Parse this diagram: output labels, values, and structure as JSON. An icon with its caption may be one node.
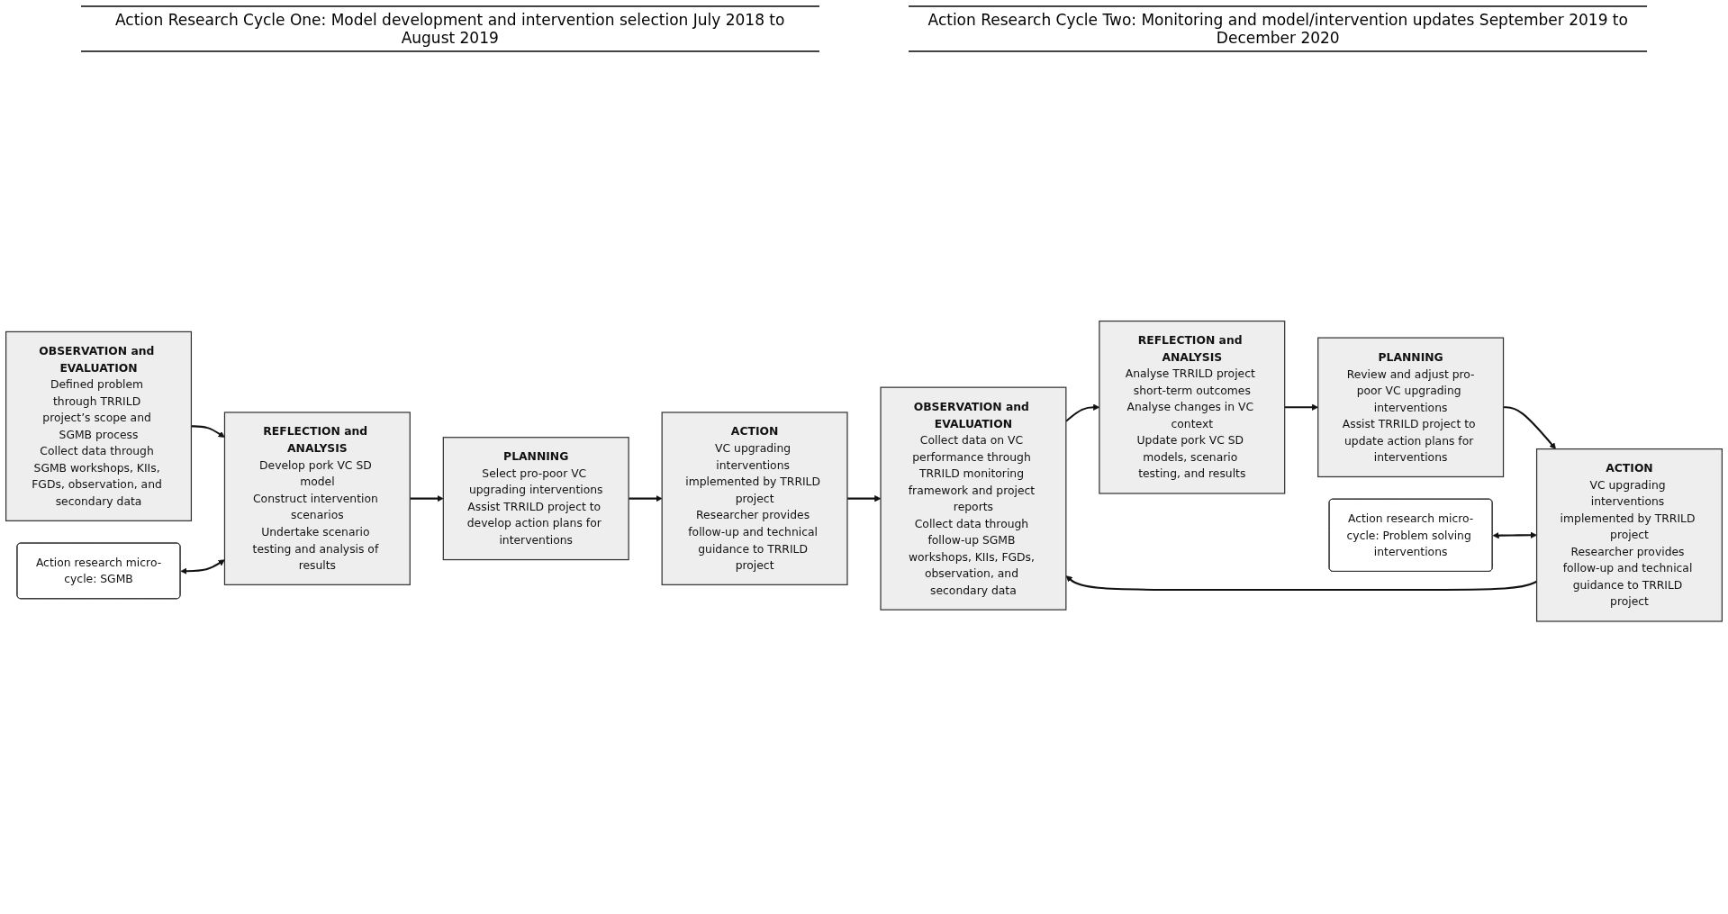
{
  "diagram": {
    "nodes": [
      {
        "text": [
          "OBSERVATION and EVALUATION",
          "Defined problem through TRRILD project’s scope and SGMB process",
          "Collect data through SGMB workshops, KIIs, FGDs, observation, and secondary data"
        ]
      },
      {
        "text": [
          "REFLECTION and ANALYSIS",
          "Develop pork VC SD model",
          "Construct intervention scenarios",
          "Undertake scenario testing and analysis of results"
        ]
      },
      {
        "text": [
          "PLANNING",
          "Select pro-poor VC upgrading interventions",
          "Assist TRRILD project to develop action plans for interventions"
        ]
      },
      {
        "text": [
          "ACTION",
          "VC upgrading interventions implemented by TRRILD project",
          "Researcher provides follow-up and technical guidance to TRRILD project"
        ]
      },
      {
        "text": [
          "Action research micro-cycle: SGMB"
        ]
      },
      {
        "text": [
          "OBSERVATION and EVALUATION",
          "Collect data on VC performance through TRRILD monitoring framework and project reports",
          "Collect data through follow-up SGMB workshops, KIIs, FGDs, observation, and secondary data"
        ]
      },
      {
        "text": [
          "REFLECTION and ANALYSIS",
          "Analyse TRRILD project short-term outcomes",
          "Analyse changes in VC context",
          "Update pork VC SD models, scenario testing, and results"
        ]
      },
      {
        "text": [
          "PLANNING",
          "Review and adjust pro-poor VC upgrading interventions",
          "Assist TRRILD project to update action plans for interventions"
        ]
      },
      {
        "text": [
          "ACTION",
          "VC upgrading interventions implemented by TRRILD project",
          "Researcher provides follow-up and technical guidance to TRRILD project"
        ]
      },
      {
        "text": [
          "Action research micro-cycle: Problem solving interventions"
        ]
      }
    ],
    "edges": [
      {
        "from": 0,
        "to": 1,
        "arrow": "to"
      },
      {
        "from": 1,
        "to": 2,
        "arrow": "to"
      },
      {
        "from": 2,
        "to": 3,
        "arrow": "to"
      },
      {
        "from": 3,
        "to": 5,
        "arrow": "to"
      },
      {
        "from": 4,
        "to": 1,
        "arrow": "both"
      },
      {
        "from": 8,
        "to": 5,
        "arrow": "to"
      },
      {
        "from": 5,
        "to": 6,
        "arrow": "to"
      },
      {
        "from": 6,
        "to": 7,
        "arrow": "to"
      },
      {
        "from": 7,
        "to": 8,
        "arrow": "to"
      },
      {
        "from": 9,
        "to": 8,
        "arrow": "both"
      }
    ],
    "labels": [
      "Action Research Cycle One: Model development and intervention selection July 2018 to August 2019",
      "Action Research Cycle Two: Monitoring and model/intervention updates September 2019 to December 2020"
    ]
  }
}
